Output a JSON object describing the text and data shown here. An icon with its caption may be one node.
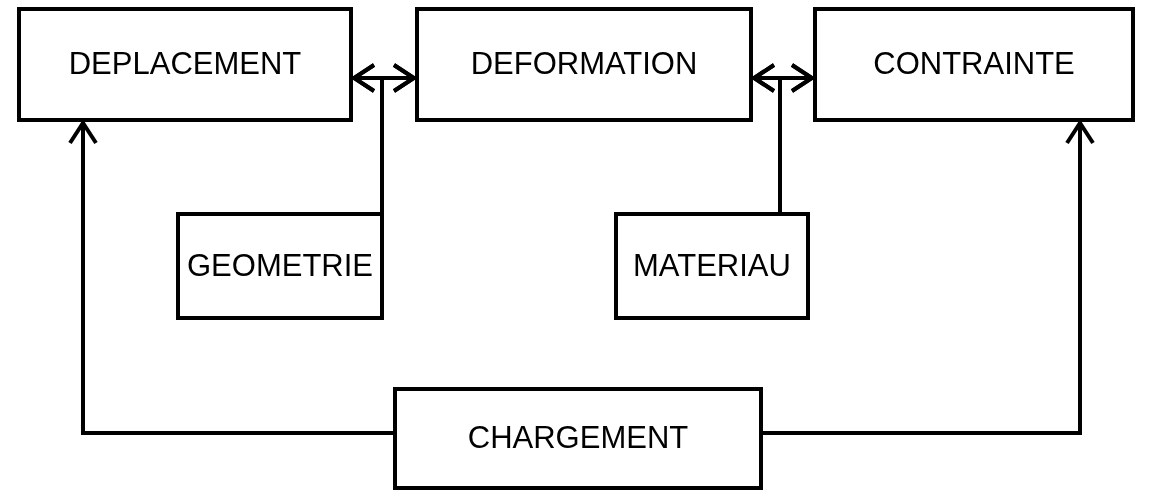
{
  "diagram": {
    "nodes": [
      {
        "text": [
          "DEPLACEMENT"
        ]
      },
      {
        "text": [
          "DEFORMATION"
        ]
      },
      {
        "text": [
          "CONTRAINTE"
        ]
      },
      {
        "text": [
          "GEOMETRIE"
        ]
      },
      {
        "text": [
          "MATERIAU"
        ]
      },
      {
        "text": [
          "CHARGEMENT"
        ]
      }
    ],
    "edges": [
      {
        "from": 0,
        "to": 1,
        "arrow": "both"
      },
      {
        "from": 3,
        "to": 0,
        "arrow": "to"
      },
      {
        "from": 3,
        "to": 1,
        "arrow": "to"
      },
      {
        "from": 1,
        "to": 2,
        "arrow": "both"
      },
      {
        "from": 4,
        "to": 1,
        "arrow": "to"
      },
      {
        "from": 4,
        "to": 2,
        "arrow": "to"
      },
      {
        "from": 5,
        "to": 0,
        "arrow": "to"
      },
      {
        "from": 5,
        "to": 2,
        "arrow": "to"
      }
    ]
  }
}
